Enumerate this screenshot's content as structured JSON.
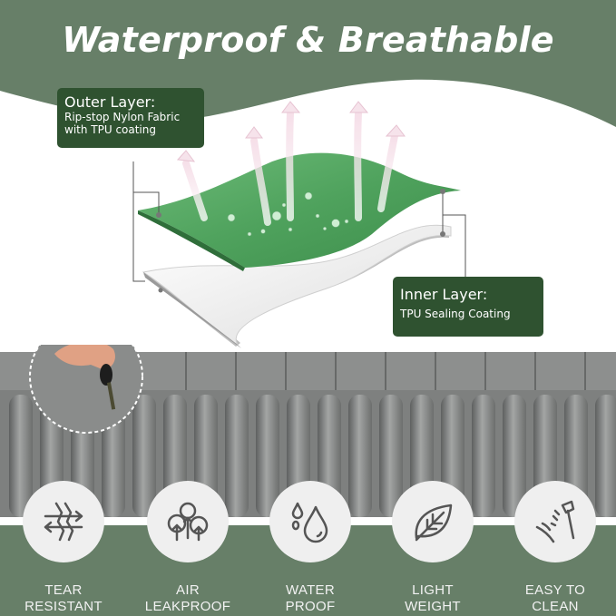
{
  "title": "Waterproof & Breathable",
  "colors": {
    "band_green": "#677f68",
    "callout_green": "#2f5230",
    "fabric_green": "#4fa25d",
    "icon_circle": "#efefef",
    "icon_stroke": "#555555",
    "mat_gray": "#8a8c8b"
  },
  "callouts": {
    "outer": {
      "heading": "Outer Layer:",
      "line1": "Rip-stop Nylon Fabric",
      "line2": "with TPU coating"
    },
    "inner": {
      "heading": "Inner Layer:",
      "line1": "TPU Sealing Coating"
    }
  },
  "features": [
    {
      "icon": "tear-resistant-icon",
      "line1": "TEAR",
      "line2": "RESISTANT"
    },
    {
      "icon": "air-leakproof-icon",
      "line1": "AIR",
      "line2": "LEAKPROOF"
    },
    {
      "icon": "water-drop-icon",
      "line1": "WATER",
      "line2": "PROOF"
    },
    {
      "icon": "leaf-icon",
      "line1": "LIGHT",
      "line2": "WEIGHT"
    },
    {
      "icon": "cleaning-brush-icon",
      "line1": "EASY TO",
      "line2": "CLEAN"
    }
  ]
}
